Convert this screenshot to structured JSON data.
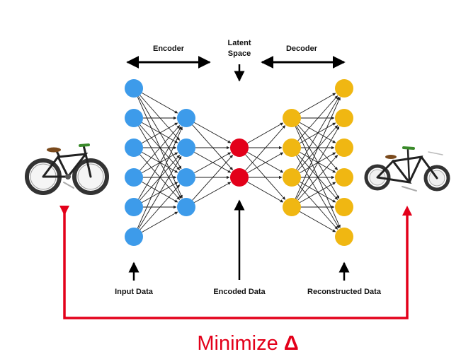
{
  "labels": {
    "encoder": "Encoder",
    "latent_line1": "Latent",
    "latent_line2": "Space",
    "decoder": "Decoder",
    "input_data": "Input Data",
    "encoded_data": "Encoded Data",
    "reconstructed_data": "Reconstructed Data",
    "minimize_text": "Minimize ",
    "minimize_symbol": "Δ"
  },
  "network": {
    "layers": [
      {
        "name": "input",
        "units": 6,
        "color": "#3d9bea"
      },
      {
        "name": "encoder-hidden",
        "units": 4,
        "color": "#3d9bea"
      },
      {
        "name": "latent",
        "units": 2,
        "color": "#e3001a"
      },
      {
        "name": "decoder-hidden",
        "units": 4,
        "color": "#f0b712"
      },
      {
        "name": "output",
        "units": 6,
        "color": "#f0b712"
      }
    ]
  },
  "colors": {
    "encoder_nodes": "#3d9bea",
    "latent_nodes": "#e3001a",
    "decoder_nodes": "#f0b712",
    "loss_arrow": "#e3001a",
    "minimize_text": "#e3001a",
    "connections": "#1a1a1a"
  },
  "images": {
    "input_image": "bicycle-icon",
    "output_image": "reconstructed-bicycle-icon"
  }
}
